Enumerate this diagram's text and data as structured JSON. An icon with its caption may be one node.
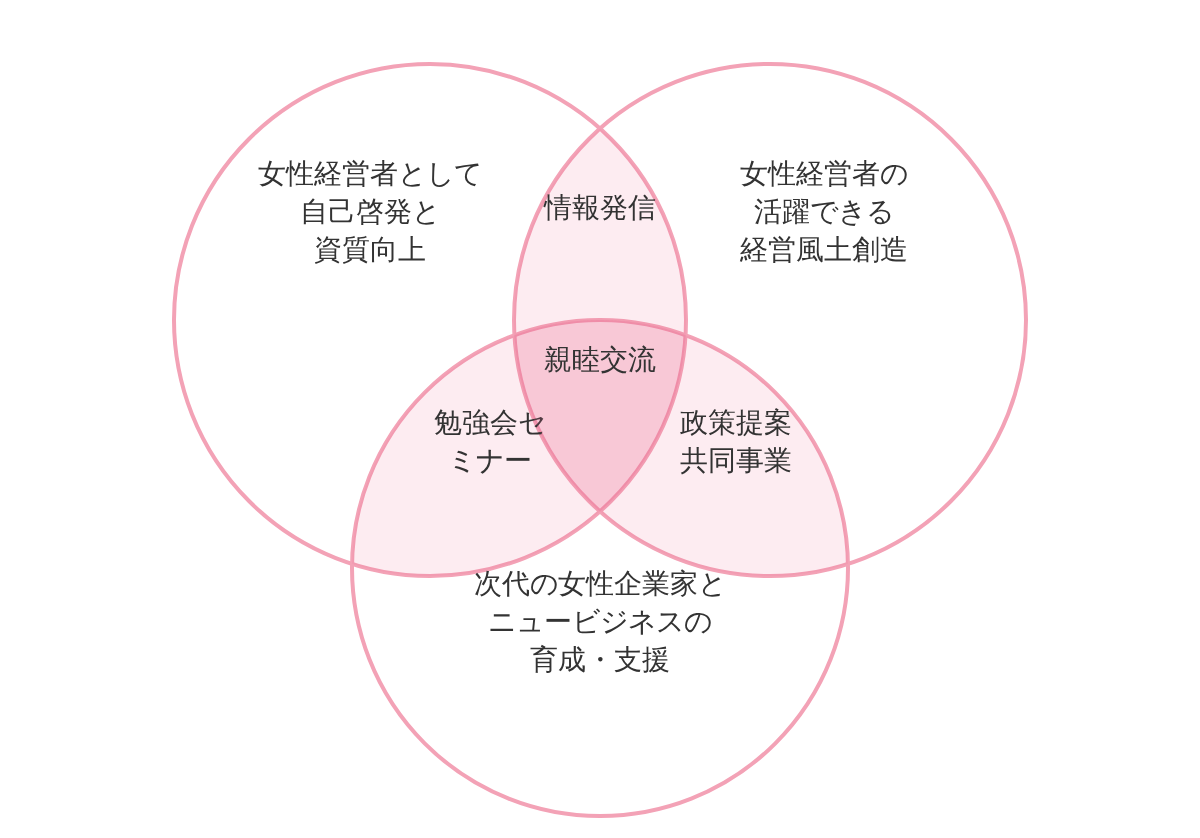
{
  "diagram": {
    "nodes": [
      {
        "text": [
          "女性経営者として自己啓発と資質向上"
        ]
      },
      {
        "text": [
          "女性経営者の活躍できる経営風土創造"
        ]
      },
      {
        "text": [
          "次代の女性企業家とニュービジネスの育成・支援"
        ]
      },
      {
        "text": [
          "情報発信"
        ]
      },
      {
        "text": [
          "勉強会セミナー"
        ]
      },
      {
        "text": [
          "政策提案共同事業"
        ]
      },
      {
        "text": [
          "親睦交流"
        ]
      }
    ]
  }
}
